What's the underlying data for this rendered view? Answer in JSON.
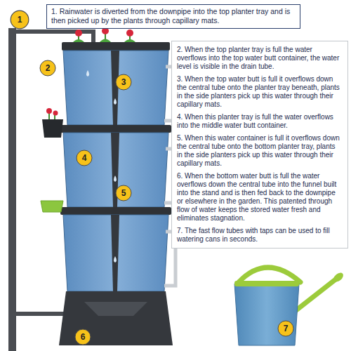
{
  "diagram": {
    "nodes": [
      {
        "text": [
          "1"
        ]
      },
      {
        "text": [
          "1. Rainwater is diverted from the downpipe into the top planter tray and is then picked up by the plants through capillary mats."
        ]
      },
      {
        "text": [
          "2"
        ]
      },
      {
        "text": [
          "3"
        ]
      },
      {
        "text": [
          "2. When the top planter tray is full the water overflows into the top water butt container, the water level is visible in the drain tube.",
          "3. When the top water butt is full it overflows down the central tube onto the planter tray beneath, plants in the side planters pick up this water through their capillary mats.",
          "4. When this planter tray is full the water overflows into the middle water butt container.",
          "5. When this water container is full it overflows down the central tube onto the bottom planter tray, plants in the side planters pick up this water through their capillary mats.",
          "6. When the bottom water butt is full the water overflows down the central tube into the funnel built into the stand and is then fed back to the downpipe or elsewhere in the garden. This patented through flow of water keeps the stored water fresh and eliminates stagnation.",
          "7. The fast flow tubes with taps can be used to fill watering cans in seconds."
        ]
      },
      {
        "text": [
          "4"
        ]
      },
      {
        "text": [
          "5"
        ]
      },
      {
        "text": [
          "6"
        ]
      },
      {
        "text": [
          "7"
        ]
      }
    ]
  }
}
